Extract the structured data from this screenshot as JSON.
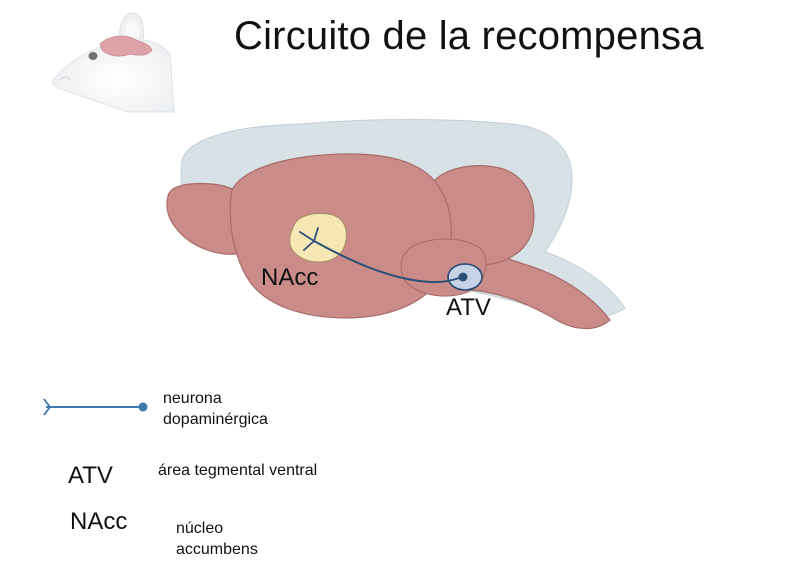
{
  "title": "Circuito de la recompensa",
  "diagram": {
    "nacc_label": "NAcc",
    "atv_label": "ATV"
  },
  "legend": {
    "neuron_line1": "neurona",
    "neuron_line2": "dopaminérgica",
    "atv_abbr": "ATV",
    "atv_desc": "área tegmental ventral",
    "nacc_abbr": "NAcc",
    "nacc_line1": "núcleo",
    "nacc_line2": "accumbens"
  },
  "colors": {
    "brain_fill": "#c98c88",
    "brain_outline": "#a86b67",
    "meninges": "#d7e1e6",
    "nacc_fill": "#f6e7b4",
    "atv_fill": "#c7d3e6",
    "neuron_line": "#2b5178",
    "legend_line": "#3c7ab0"
  }
}
